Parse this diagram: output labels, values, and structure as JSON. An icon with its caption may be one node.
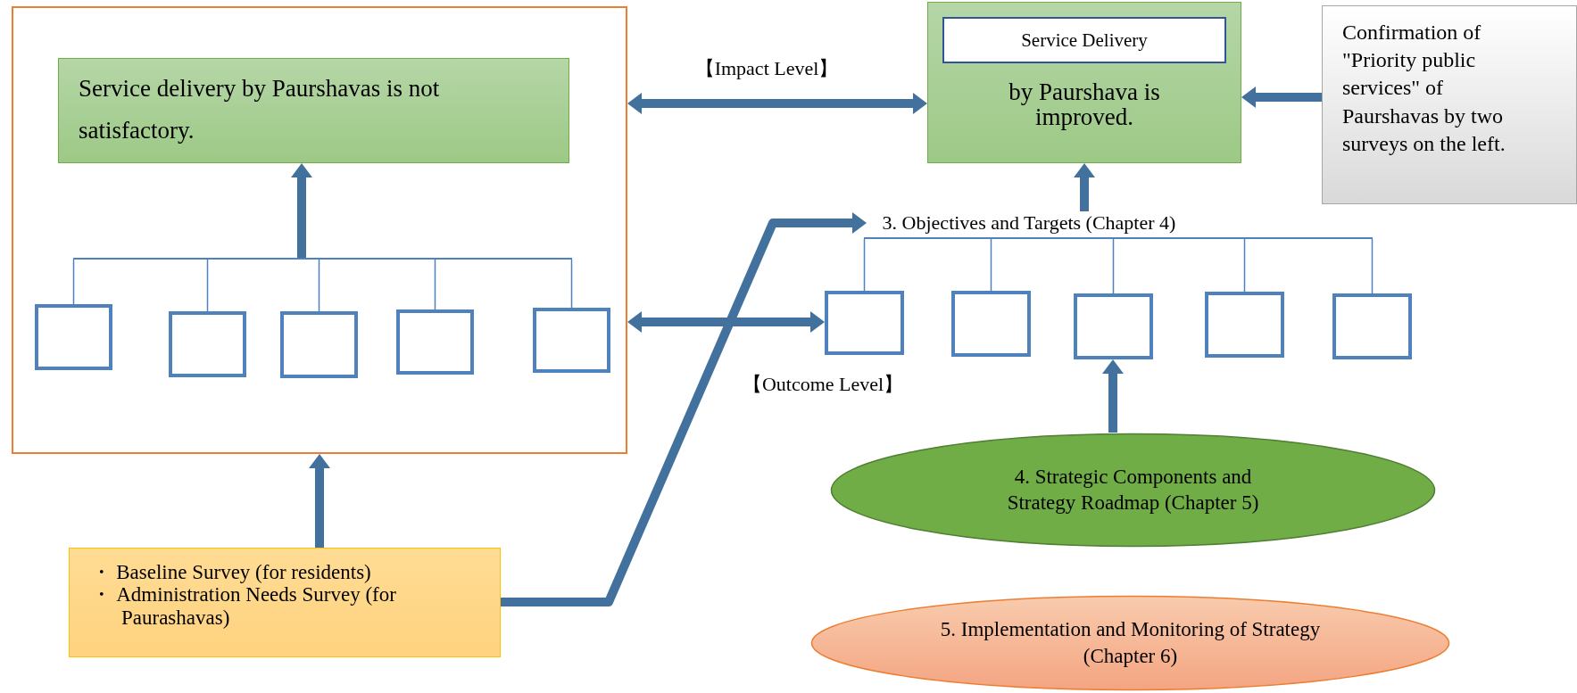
{
  "diagram": {
    "nodes": [
      {
        "text": [],
        "shape": "box"
      },
      {
        "text": [
          "Service delivery by Paurshavas is not satisfactory."
        ],
        "in": 0
      },
      {
        "text": [],
        "shape": "box",
        "in": 0
      },
      {
        "text": [],
        "shape": "box",
        "in": 0
      },
      {
        "text": [],
        "shape": "box",
        "in": 0
      },
      {
        "text": [],
        "shape": "box",
        "in": 0
      },
      {
        "text": [],
        "shape": "box",
        "in": 0
      },
      {
        "text": [
          "by Paurshava is improved."
        ]
      },
      {
        "text": [
          "Service Delivery"
        ],
        "in": 7
      },
      {
        "text": [
          "Confirmation of \"Priority public services\" of Paurshavas by two surveys on the left."
        ]
      },
      {
        "text": [
          "3. Objectives and Targets (Chapter 4)"
        ]
      },
      {
        "text": [],
        "shape": "box"
      },
      {
        "text": [],
        "shape": "box"
      },
      {
        "text": [],
        "shape": "box"
      },
      {
        "text": [],
        "shape": "box"
      },
      {
        "text": [],
        "shape": "box"
      },
      {
        "text": [
          "4. Strategic Components and Strategy Roadmap (Chapter 5)"
        ]
      },
      {
        "text": [
          "5. Implementation and Monitoring of Strategy (Chapter 6)"
        ]
      },
      {
        "text": [
          "・ Baseline Survey (for residents)",
          "・ Administration Needs Survey (for Paurashavas)"
        ]
      },
      {
        "text": [],
        "shape": "bar",
        "in": 0
      },
      {
        "text": [],
        "shape": "bar"
      }
    ],
    "edges": [
      {
        "from": 19,
        "to": 1,
        "arrow": "to",
        "style": "thick"
      },
      {
        "from": 0,
        "to": 7,
        "arrow": "both",
        "label": "【Impact Level】",
        "style": "thick"
      },
      {
        "from": 0,
        "to": 11,
        "arrow": "both",
        "label": "【Outcome Level】",
        "style": "thick"
      },
      {
        "from": 9,
        "to": 7,
        "arrow": "to",
        "style": "thick"
      },
      {
        "from": 10,
        "to": 7,
        "arrow": "to",
        "style": "thick"
      },
      {
        "from": 16,
        "to": 13,
        "arrow": "to",
        "style": "thick"
      },
      {
        "from": 18,
        "to": 0,
        "arrow": "to",
        "style": "thick"
      },
      {
        "from": 18,
        "to": 10,
        "arrow": "to",
        "style": "thick"
      },
      {
        "from": 19,
        "to": 2,
        "arrow": "none"
      },
      {
        "from": 19,
        "to": 3,
        "arrow": "none"
      },
      {
        "from": 19,
        "to": 4,
        "arrow": "none"
      },
      {
        "from": 19,
        "to": 5,
        "arrow": "none"
      },
      {
        "from": 19,
        "to": 6,
        "arrow": "none"
      },
      {
        "from": 20,
        "to": 11,
        "arrow": "none"
      },
      {
        "from": 20,
        "to": 12,
        "arrow": "none"
      },
      {
        "from": 20,
        "to": 13,
        "arrow": "none"
      },
      {
        "from": 20,
        "to": 14,
        "arrow": "none"
      },
      {
        "from": 20,
        "to": 15,
        "arrow": "none"
      }
    ]
  }
}
